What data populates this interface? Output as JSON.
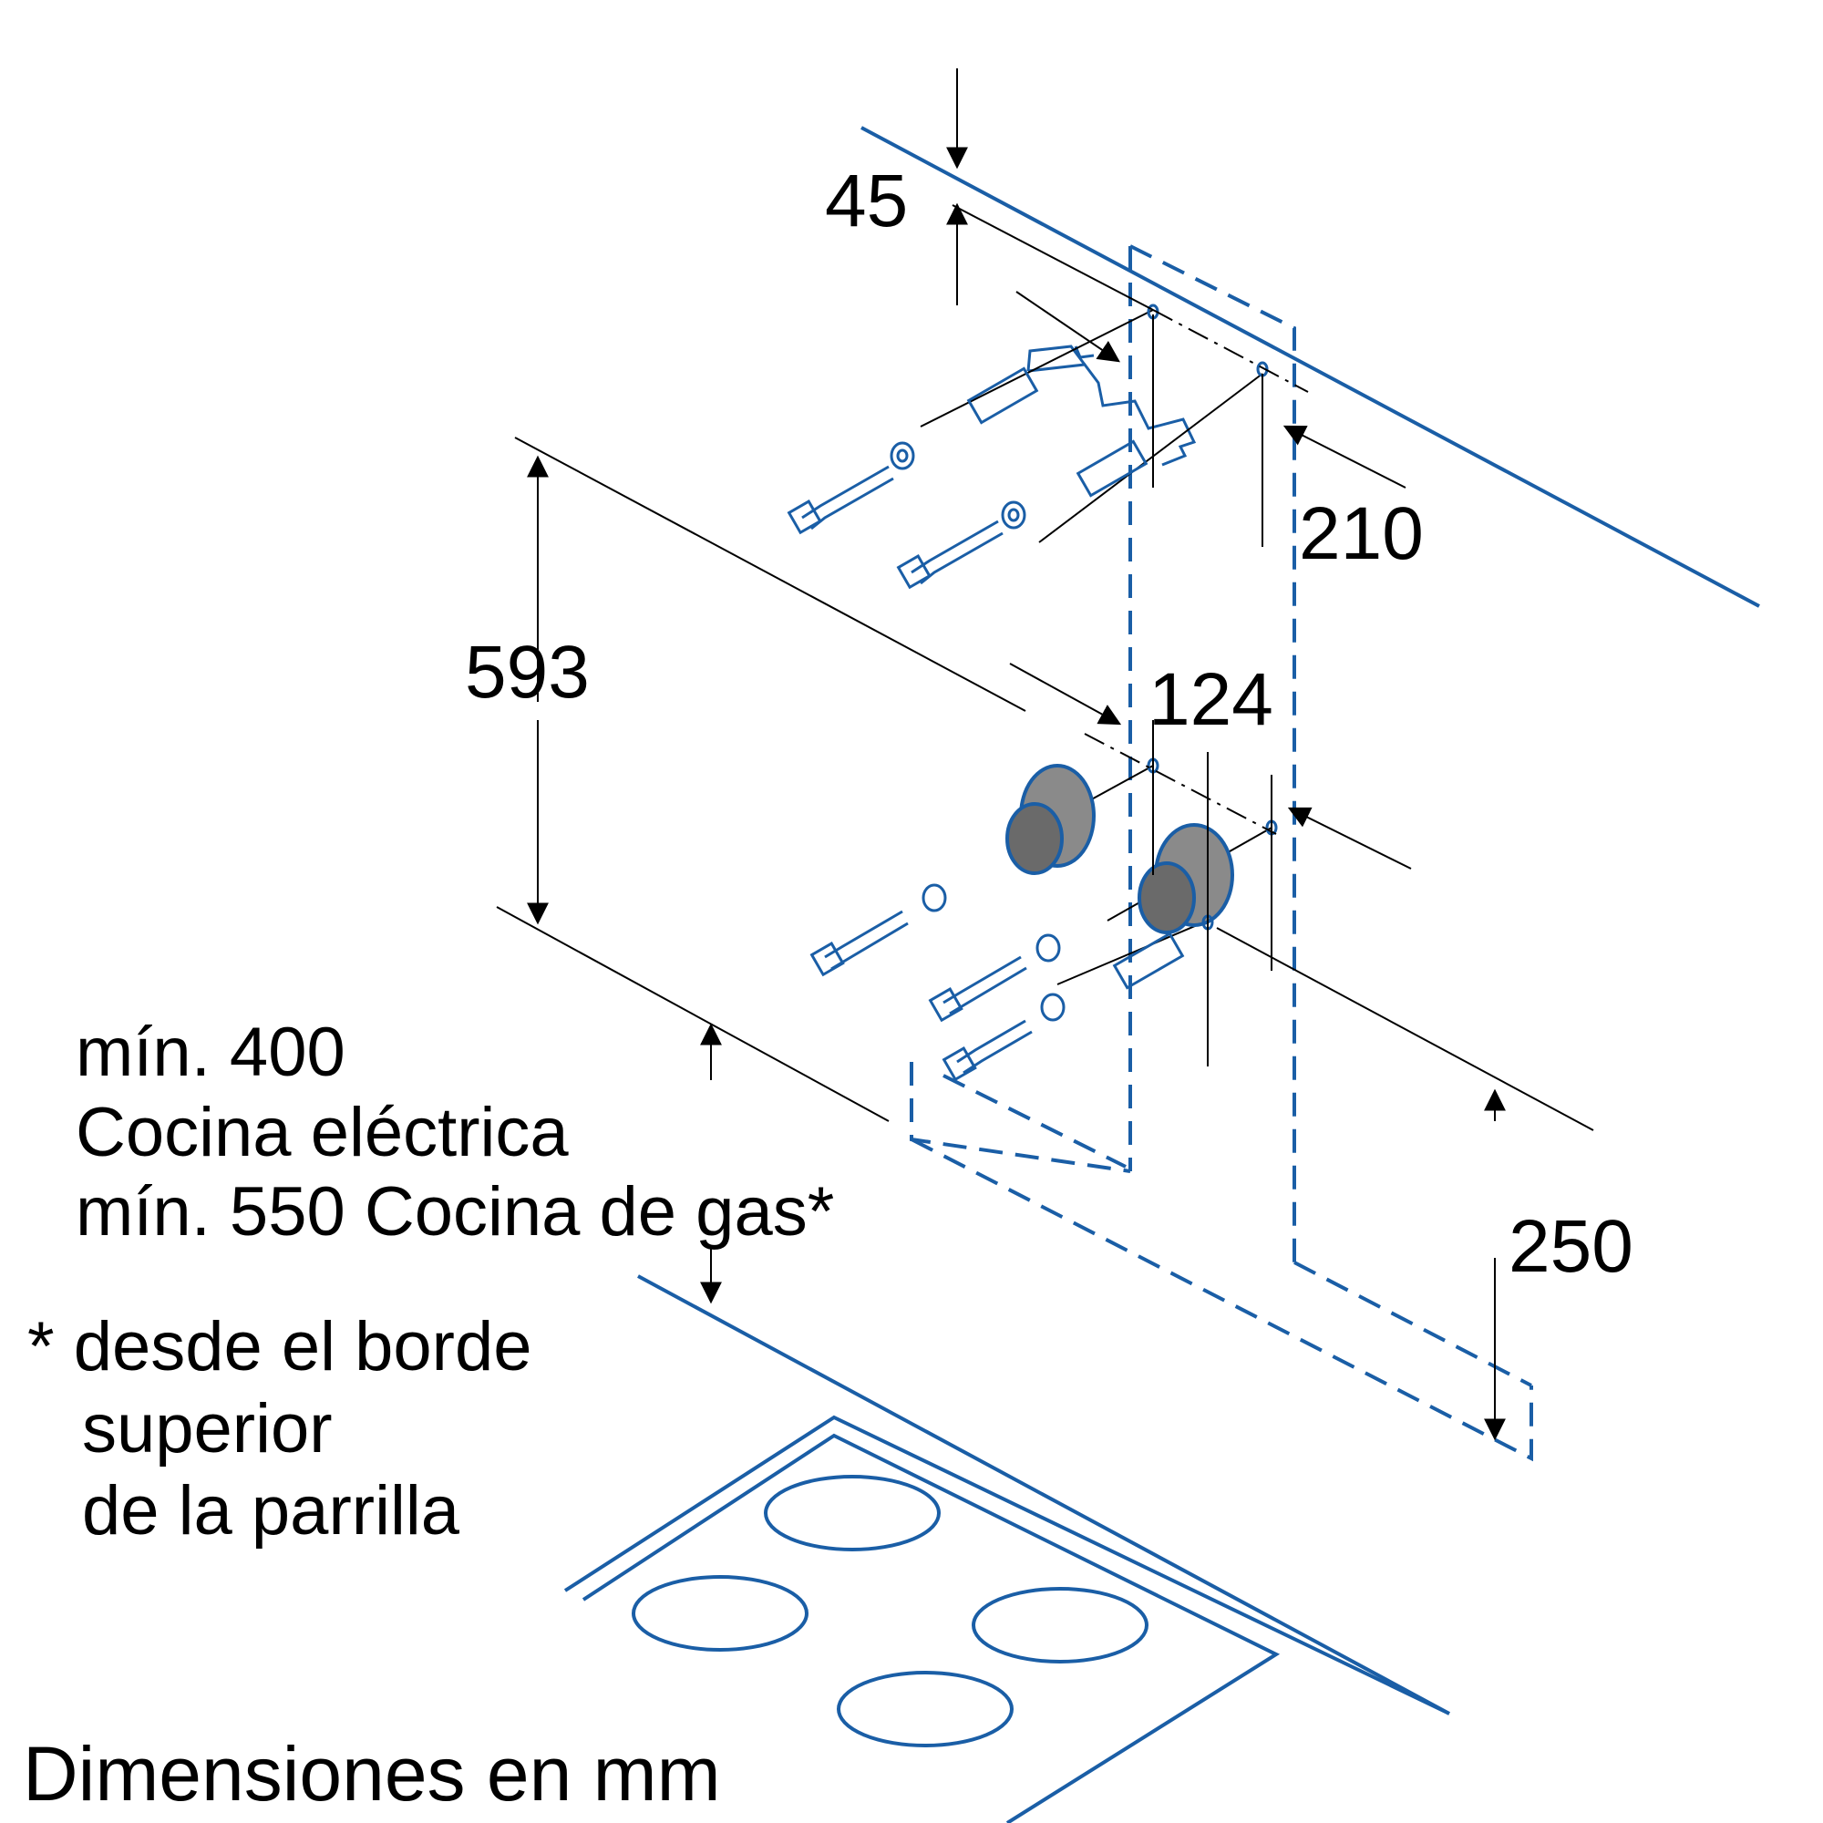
{
  "dimensions": {
    "d45": "45",
    "d210": "210",
    "d593": "593",
    "d124": "124",
    "d250": "250"
  },
  "notes": {
    "line1": "mín. 400",
    "line2": "Cocina eléctrica",
    "line3": "mín. 550 Cocina de gas*",
    "footnote1": "* desde el borde",
    "footnote2": "superior",
    "footnote3": "de la parrilla"
  },
  "footer": "Dimensiones en mm",
  "colors": {
    "drawing_blue": "#1a5ea6",
    "dimension_black": "#000000",
    "knob_gray": "#8a8a8a"
  }
}
